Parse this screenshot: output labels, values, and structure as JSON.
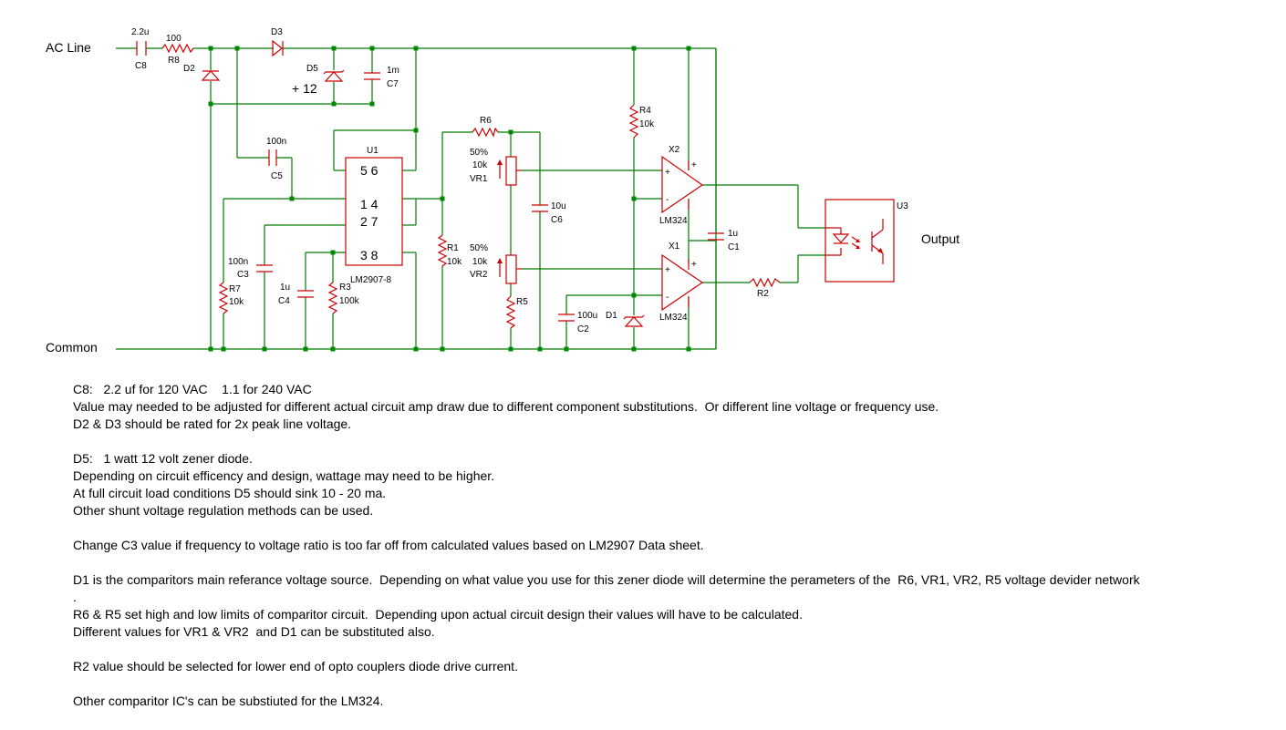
{
  "labels": {
    "ac_line": "AC Line",
    "common": "Common",
    "output": "Output",
    "plus12": "+ 12",
    "C8_name": "C8",
    "C8_val": "2.2u",
    "R8_name": "R8",
    "R8_val": "100",
    "D2_name": "D2",
    "D3_name": "D3",
    "D5_name": "D5",
    "C7_name": "C7",
    "C7_val": "1m",
    "C5_name": "C5",
    "C5_val": "100n",
    "U1_name": "U1",
    "U1_part": "LM2907-8",
    "pins_56": "5 6",
    "pins_14": "1 4",
    "pins_27": "2 7",
    "pins_38": "3 8",
    "C3_name": "C3",
    "C3_val": "100n",
    "R7_name": "R7",
    "R7_val": "10k",
    "C4_name": "C4",
    "C4_val": "1u",
    "R3_name": "R3",
    "R3_val": "100k",
    "R6_name": "R6",
    "R1_name": "R1",
    "R1_val": "10k",
    "VR1_name": "VR1",
    "VR1_val": "10k",
    "VR1_pct": "50%",
    "VR2_name": "VR2",
    "VR2_val": "10k",
    "VR2_pct": "50%",
    "R5_name": "R5",
    "C6_name": "C6",
    "C6_val": "10u",
    "C2_name": "C2",
    "C2_val": "100u",
    "D1_name": "D1",
    "R4_name": "R4",
    "R4_val": "10k",
    "X2_name": "X2",
    "X2_part": "LM324",
    "X1_name": "X1",
    "X1_part": "LM324",
    "C1_name": "C1",
    "C1_val": "1u",
    "R2_name": "R2",
    "U3_name": "U3",
    "plus": "+",
    "minus": "-"
  },
  "notes": [
    "C8:   2.2 uf for 120 VAC    1.1 for 240 VAC",
    "Value may needed to be adjusted for different actual circuit amp draw due to different component substitutions.  Or different line voltage or frequency use.",
    "D2 & D3 should be rated for 2x peak line voltage.",
    "",
    "D5:   1 watt 12 volt zener diode.",
    "Depending on circuit efficency and design, wattage may need to be higher.",
    "At full circuit load conditions D5 should sink 10 - 20 ma.",
    "Other shunt voltage regulation methods can be used.",
    "",
    "Change C3 value if frequency to voltage ratio is too far off from calculated values based on LM2907 Data sheet.",
    "",
    "D1 is the comparitors main referance voltage source.  Depending on what value you use for this zener diode will determine the perameters of the  R6, VR1, VR2, R5 voltage devider network",
    ".",
    "R6 & R5 set high and low limits of comparitor circuit.  Depending upon actual circuit design their values will have to be calculated.",
    "Different values for VR1 & VR2  and D1 can be substituted also.",
    "",
    "R2 value should be selected for lower end of opto couplers diode drive current.",
    "",
    "Other comparitor IC's can be substiuted for the LM324."
  ]
}
